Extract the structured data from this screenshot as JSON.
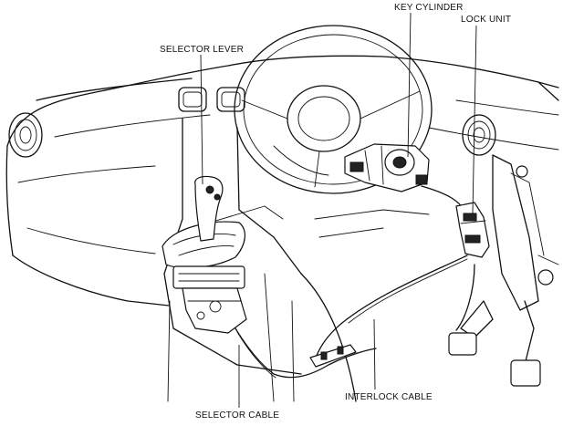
{
  "labels": {
    "key_cylinder": "KEY CYLINDER",
    "lock_unit": "LOCK UNIT",
    "selector_lever": "SELECTOR LEVER",
    "interlock_cable": "INTERLOCK CABLE",
    "selector_cable": "SELECTOR CABLE"
  }
}
